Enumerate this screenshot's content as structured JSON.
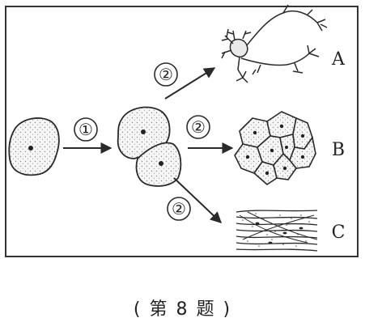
{
  "process_label": "①",
  "cell_labels": {
    "a": "A",
    "b": "B",
    "c": "C"
  },
  "caption": "( 第 8 题 )",
  "colors": {
    "line": "#2a2a2a",
    "cell_fill": "#f4f4f4",
    "dot": "#777777"
  }
}
